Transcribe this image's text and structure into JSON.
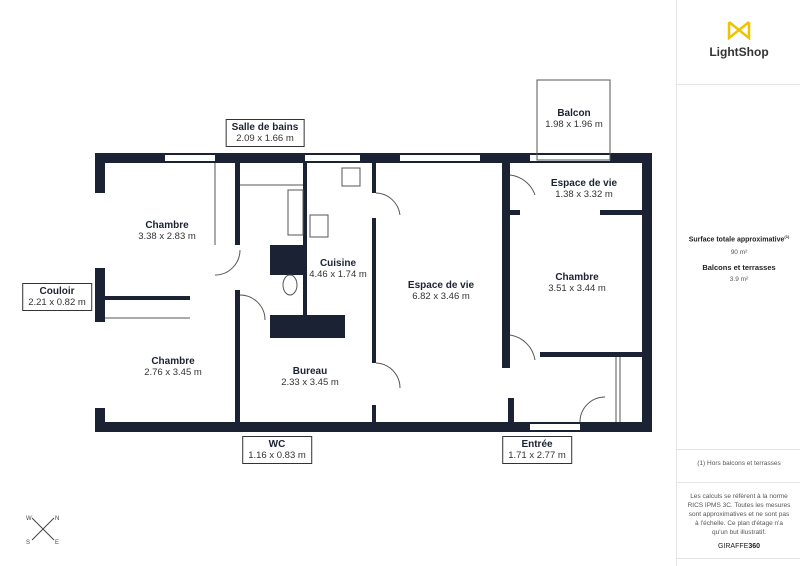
{
  "rooms": [
    {
      "name": "Salle de bains",
      "dim": "2.09 x 1.66 m"
    },
    {
      "name": "Chambre",
      "dim": "3.38 x 2.83 m"
    },
    {
      "name": "Couloir",
      "dim": "2.21 x 0.82 m"
    },
    {
      "name": "Chambre",
      "dim": "2.76 x 3.45 m"
    },
    {
      "name": "Cuisine",
      "dim": "4.46 x 1.74 m"
    },
    {
      "name": "Bureau",
      "dim": "2.33 x 3.45 m"
    },
    {
      "name": "WC",
      "dim": "1.16 x 0.83 m"
    },
    {
      "name": "Espace de vie",
      "dim": "6.82 x 3.46 m"
    },
    {
      "name": "Balcon",
      "dim": "1.98 x 1.96 m"
    },
    {
      "name": "Espace de vie",
      "dim": "1.38 x 3.32 m"
    },
    {
      "name": "Chambre",
      "dim": "3.51 x 3.44 m"
    },
    {
      "name": "Entrée",
      "dim": "1.71 x 2.77 m"
    }
  ],
  "compass": {
    "n": "N",
    "s": "S",
    "e": "E",
    "w": "W"
  },
  "panel": {
    "logo": "LightShop",
    "logo_color": "#f2c200",
    "total_label": "Surface totale approximative",
    "total_sup": "(1)",
    "total_value": "90 m²",
    "balcony_label": "Balcons et terrasses",
    "balcony_value": "3.9 m²",
    "footnote": "(1) Hors balcons et terrasses",
    "disclaimer": "Les calculs se réfèrent à la norme RICS IPMS 3C. Toutes les mesures sont approximatives et ne sont pas à l'échelle. Ce plan d'étage n'a qu'un but illustratif.",
    "brand_a": "GIRAFFE",
    "brand_b": "360"
  }
}
